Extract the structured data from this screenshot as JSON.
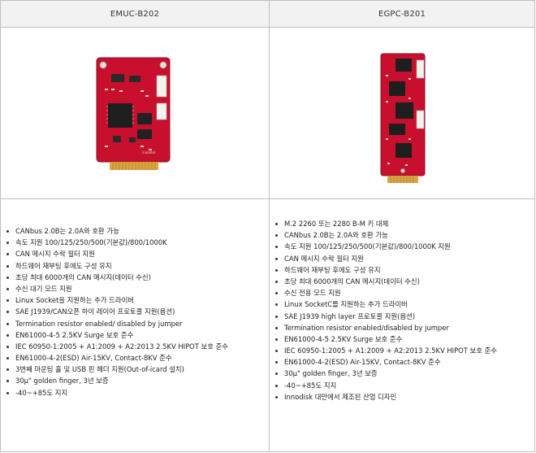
{
  "columns": [
    {
      "name": "EMUC-B202",
      "features": [
        "CANbus 2.0B는 2.0A와 호환 가능",
        "속도 지원 100/125/250/500(기본값)/800/1000K",
        "CAN 메시지 수락 필터 지원",
        "하드웨어 재부팅 후에도 구성 유지",
        "초당 최대 6000개의 CAN 메시지(데이터 수신)",
        "수신 대기 모드 지원",
        "Linux Socket을 지원하는 추가 드라이버",
        "SAE J1939/CAN오픈 하이 레이어 프로토콜 지원(옵션)",
        "Termination resistor enabled/ disabled by jumper",
        "EN61000-4-5 2.5KV Surge 보호 준수",
        "IEC 60950-1:2005 + A1:2009 + A2:2013 2.5KV HIPOT 보호 준수",
        "EN61000-4-2(ESD) Air-15KV, Contact-8KV 준수",
        "3번째 마운팅 홀 및 USB 핀 헤더 지원(Out-of-icard 설치)",
        "30μ\" golden finger, 3년 보증",
        "-40~+85도 지지"
      ]
    },
    {
      "name": "EGPC-B201",
      "features": [
        "M.2 2260 또는 2280 B-M 키 대체",
        "CANbus 2.0B는 2.0A와 호환 가능",
        "속도 지원 100/125/250/500(기본값)/800/1000K 지원",
        "CAN 메시지 수락 필터 지원",
        "하드웨어 재부팅 후에도 구성 유지",
        "초당 최대 6000개의 CAN 메시지(데이터 수신)",
        "수신 전용 모드 지원",
        "Linux SocketC를 지원하는 추가 드라이버",
        "SAE J1939 high layer 프로토콜 지원(옵션)",
        "Termination resistor enabled/disabled by jumper",
        "EN61000-4-5 2.5KV Surge 보호 준수",
        "IEC 60950-1:2005 + A1:2009 + A2:2013 2.5KV HIPOT 보호 준수",
        "EN61000-4-2(ESD) Air-15KV, Contact-8KV 준수",
        "30μ\" golden finger, 3년 보증",
        "-40~+85도 지지",
        "Innodisk 대만에서 제조된 산업 디자인"
      ]
    }
  ],
  "colors": {
    "header_bg": "#f2f2f2",
    "border": "#bfbfbf",
    "pcb_red": "#c8102e",
    "gold": "#d9a441"
  }
}
